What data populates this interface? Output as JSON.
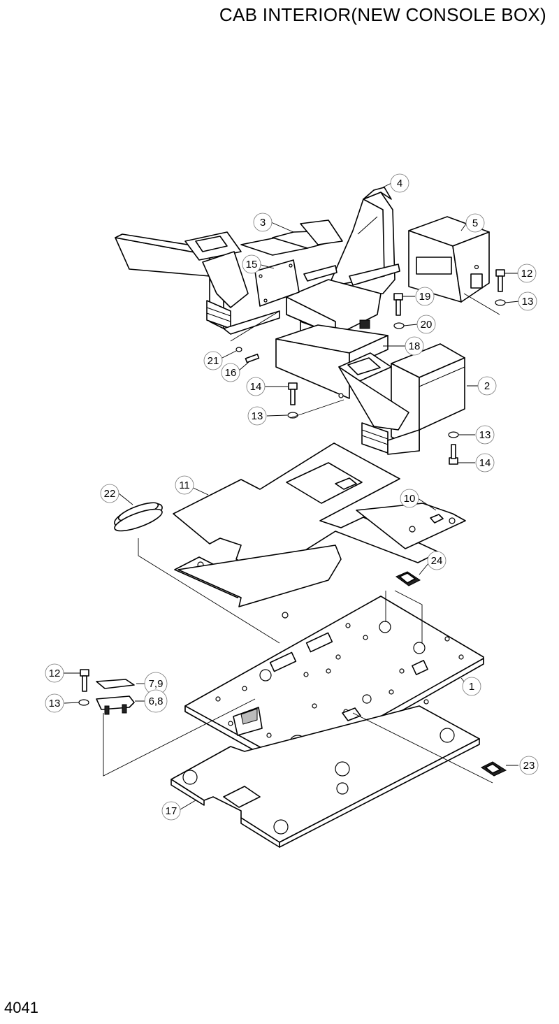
{
  "title": "CAB INTERIOR(NEW CONSOLE BOX)",
  "page_number": "4041",
  "callouts": [
    {
      "label": "4"
    },
    {
      "label": "3"
    },
    {
      "label": "5"
    },
    {
      "label": "15"
    },
    {
      "label": "12"
    },
    {
      "label": "19"
    },
    {
      "label": "13"
    },
    {
      "label": "20"
    },
    {
      "label": "18"
    },
    {
      "label": "21"
    },
    {
      "label": "16"
    },
    {
      "label": "14"
    },
    {
      "label": "2"
    },
    {
      "label": "13"
    },
    {
      "label": "13"
    },
    {
      "label": "14"
    },
    {
      "label": "11"
    },
    {
      "label": "22"
    },
    {
      "label": "10"
    },
    {
      "label": "24"
    },
    {
      "label": "12"
    },
    {
      "label": "7,9"
    },
    {
      "label": "1"
    },
    {
      "label": "13"
    },
    {
      "label": "6,8"
    },
    {
      "label": "23"
    },
    {
      "label": "17"
    }
  ]
}
